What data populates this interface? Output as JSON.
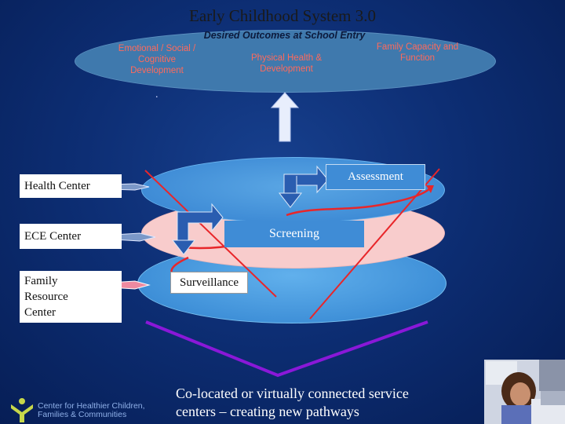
{
  "title": "Early Childhood System 3.0",
  "outcomes": {
    "heading": "Desired Outcomes at School Entry",
    "items": [
      {
        "label": "Emotional / Social / Cognitive Development",
        "lines": [
          "Emotional / Social /",
          "Cognitive",
          "Development"
        ]
      },
      {
        "label": "Physical Health & Development",
        "lines": [
          "Physical Health &",
          "Development"
        ]
      },
      {
        "label": "Family Capacity and Function",
        "lines": [
          "Family Capacity and",
          "Function"
        ]
      }
    ]
  },
  "dot": ".",
  "centers": {
    "health": "Health Center",
    "ece": "ECE Center",
    "family_lines": [
      "Family",
      "Resource",
      "Center"
    ]
  },
  "pathway": {
    "assessment": "Assessment",
    "screening": "Screening",
    "surveillance": "Surveillance"
  },
  "caption_lines": [
    "Co-located or virtually connected service",
    "centers – creating new pathways"
  ],
  "logo": {
    "lines": [
      "Center for Healthier Children,",
      "Families & Communities"
    ]
  },
  "colors": {
    "background": "#0d2e74",
    "outcome_text": "#ff6a5c",
    "red_line": "#e8262a",
    "purple_line": "#8a18d8"
  }
}
